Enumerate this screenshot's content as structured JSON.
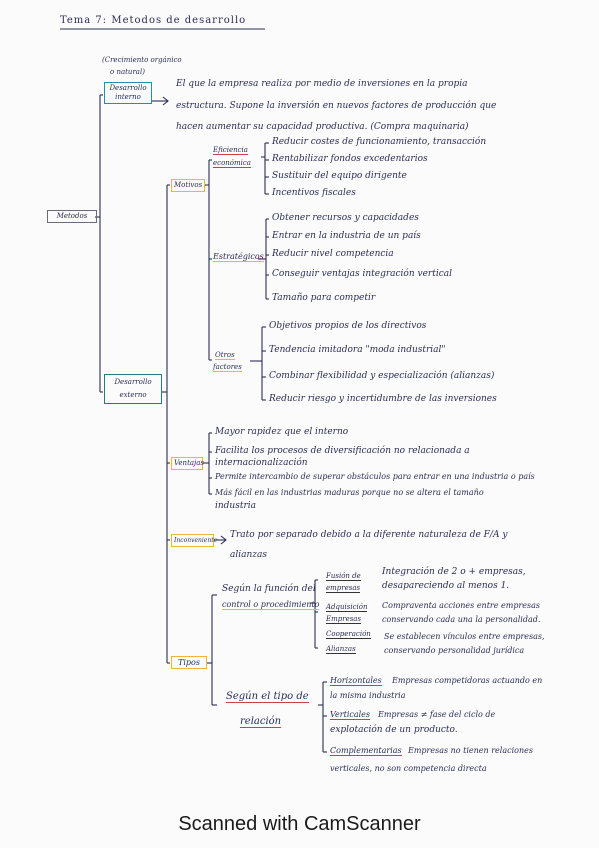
{
  "title": "Tema 7: Metodos de desarrollo",
  "root": "Metodos",
  "interno": {
    "note": [
      "(Crecimiento orgánico",
      "o natural)"
    ],
    "box": [
      "Desarrollo",
      "interno"
    ],
    "text": [
      "El que la empresa realiza por medio de inversiones en la propia",
      "estructura. Supone la inversión en nuevos factores de producción que",
      "hacen aumentar su capacidad productiva. (Compra maquinaria)"
    ]
  },
  "externo_box": [
    "Desarrollo",
    "externo"
  ],
  "motivos": {
    "label": "Motivos",
    "eficiencia": {
      "label": [
        "Eficiencia",
        "económica"
      ],
      "items": [
        "Reducir costes de funcionamiento, transacción",
        "Rentabilizar fondos excedentarios",
        "Sustituir del equipo dirigente",
        "Incentivos fiscales"
      ]
    },
    "estrategicos": {
      "label": "Estratégicos",
      "items": [
        "Obtener recursos y capacidades",
        "Entrar en la industria de un país",
        "Reducir nivel competencia",
        "Conseguir ventajas integración vertical",
        "Tamaño para competir"
      ]
    },
    "otros": {
      "label": [
        "Otros",
        "factores"
      ],
      "items": [
        "Objetivos propios de los directivos",
        "Tendencia imitadora \"moda industrial\"",
        "Combinar flexibilidad y especialización (alianzas)",
        "Reducir riesgo y incertidumbre de las inversiones"
      ]
    }
  },
  "ventajas": {
    "label": "Ventajas",
    "items": [
      "Mayor rapidez que el interno",
      "Facilita los procesos de diversificación no relacionada a",
      "internacionalización",
      "Permite intercambio de superar obstáculos para entrar en una industria o país",
      "Más fácil en las industrias maduras porque no se altera el tamaño",
      "industria"
    ]
  },
  "inconveniente": {
    "label": "Inconveniente",
    "items": [
      "Trato por separado debido a la diferente naturaleza de F/A y",
      "alianzas"
    ]
  },
  "tipos": {
    "label": "Tipos",
    "funcion": {
      "label": [
        "Según la función del",
        "control o procedimiento"
      ],
      "fusion": {
        "label": [
          "Fusión de",
          "empresas"
        ],
        "items": [
          "Integración de 2 o + empresas,",
          "desapareciendo al menos 1."
        ]
      },
      "adquisicion": {
        "label": [
          "Adquisición",
          "Empresas"
        ],
        "items": [
          "Compraventa acciones entre empresas",
          "conservando cada una la personalidad."
        ]
      },
      "cooperacion": {
        "label": [
          "Cooperación",
          "Alianzas"
        ],
        "items": [
          "Se establecen vínculos entre empresas,",
          "conservando personalidad jurídica"
        ]
      }
    },
    "relacion": {
      "label": [
        "Según el tipo de",
        "relación"
      ],
      "horizontales": {
        "label": "Horizontales",
        "items": [
          "Empresas competidoras actuando en",
          "la misma industria"
        ]
      },
      "verticales": {
        "label": "Verticales",
        "items": [
          "Empresas ≠ fase del ciclo de",
          "explotación de un producto."
        ]
      },
      "complementarias": {
        "label": "Complementarias",
        "items": [
          "Empresas no tienen relaciones",
          "verticales, no son competencia directa"
        ]
      }
    }
  },
  "footer": "Scanned with CamScanner"
}
